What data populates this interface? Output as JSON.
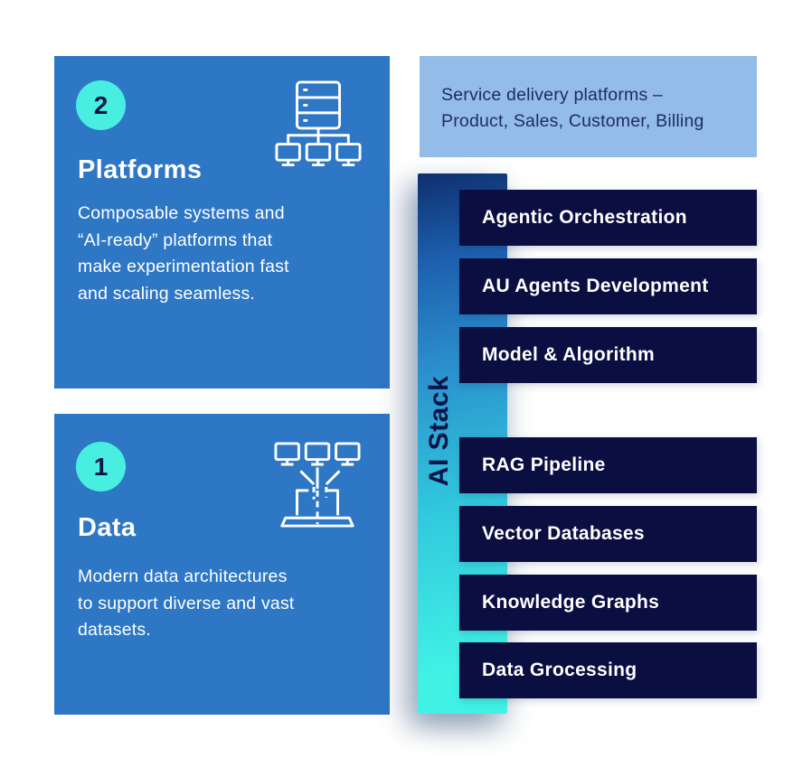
{
  "cards": [
    {
      "number": "2",
      "title": "Platforms",
      "icon": "server-network-icon",
      "body_lines": [
        "Composable systems and",
        "“AI-ready” platforms that",
        "make experimentation fast",
        "and scaling seamless."
      ]
    },
    {
      "number": "1",
      "title": "Data",
      "icon": "monitors-to-laptop-icon",
      "body_lines": [
        "Modern data architectures",
        "to support diverse and vast",
        "datasets."
      ]
    }
  ],
  "banner": {
    "lines": [
      "Service delivery platforms –",
      "Product, Sales, Customer, Billing"
    ]
  },
  "stack": {
    "label": "AI Stack",
    "items": [
      "Agentic Orchestration",
      "AU Agents Development",
      "Model & Algorithm",
      "RAG Pipeline",
      "Vector Databases",
      "Knowledge Graphs",
      "Data Grocessing"
    ]
  },
  "colors": {
    "card_blue": "#2e77c5",
    "banner_blue": "#93bce8",
    "pill_navy": "#0a0e41",
    "badge_cyan": "#48efe1",
    "navy_text": "#0c1448",
    "banner_text_navy": "#1e2d63",
    "bar_gradient_top": "#0e2f6e",
    "bar_gradient_mid_blue": "#2a8ccb",
    "bar_gradient_bottom": "#41f1e4",
    "text_white": "#ffffff",
    "page_background": "#ffffff"
  }
}
